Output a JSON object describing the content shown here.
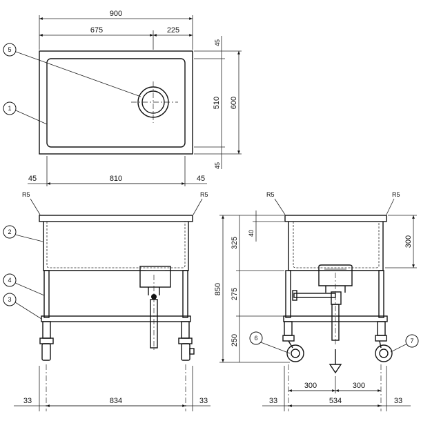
{
  "top_view": {
    "dims": {
      "overall_width": "900",
      "left_to_drain": "675",
      "drain_to_right": "225",
      "rim_top": "45",
      "inner_depth": "510",
      "overall_depth": "600",
      "rim_bottom": "45",
      "rim_left": "45",
      "inner_width": "810",
      "rim_right": "45"
    },
    "balloons": {
      "drain": "5",
      "bowl": "1"
    }
  },
  "front_view": {
    "radius_left": "R5",
    "radius_right": "R5",
    "balloons": {
      "sink": "2",
      "leg": "4",
      "brace": "3"
    },
    "dims": {
      "left_offset": "33",
      "leg_span": "834",
      "right_offset": "33"
    }
  },
  "side_view": {
    "radius_left": "R5",
    "radius_right": "R5",
    "dims": {
      "rim": "40",
      "bowl": "325",
      "bowl_depth": "300",
      "mid": "275",
      "bottom": "250",
      "total_height": "850",
      "left_half": "300",
      "right_half": "300",
      "left_offset": "33",
      "leg_span": "534",
      "right_offset": "33"
    },
    "balloons": {
      "caster_left": "6",
      "caster_right": "7"
    }
  }
}
